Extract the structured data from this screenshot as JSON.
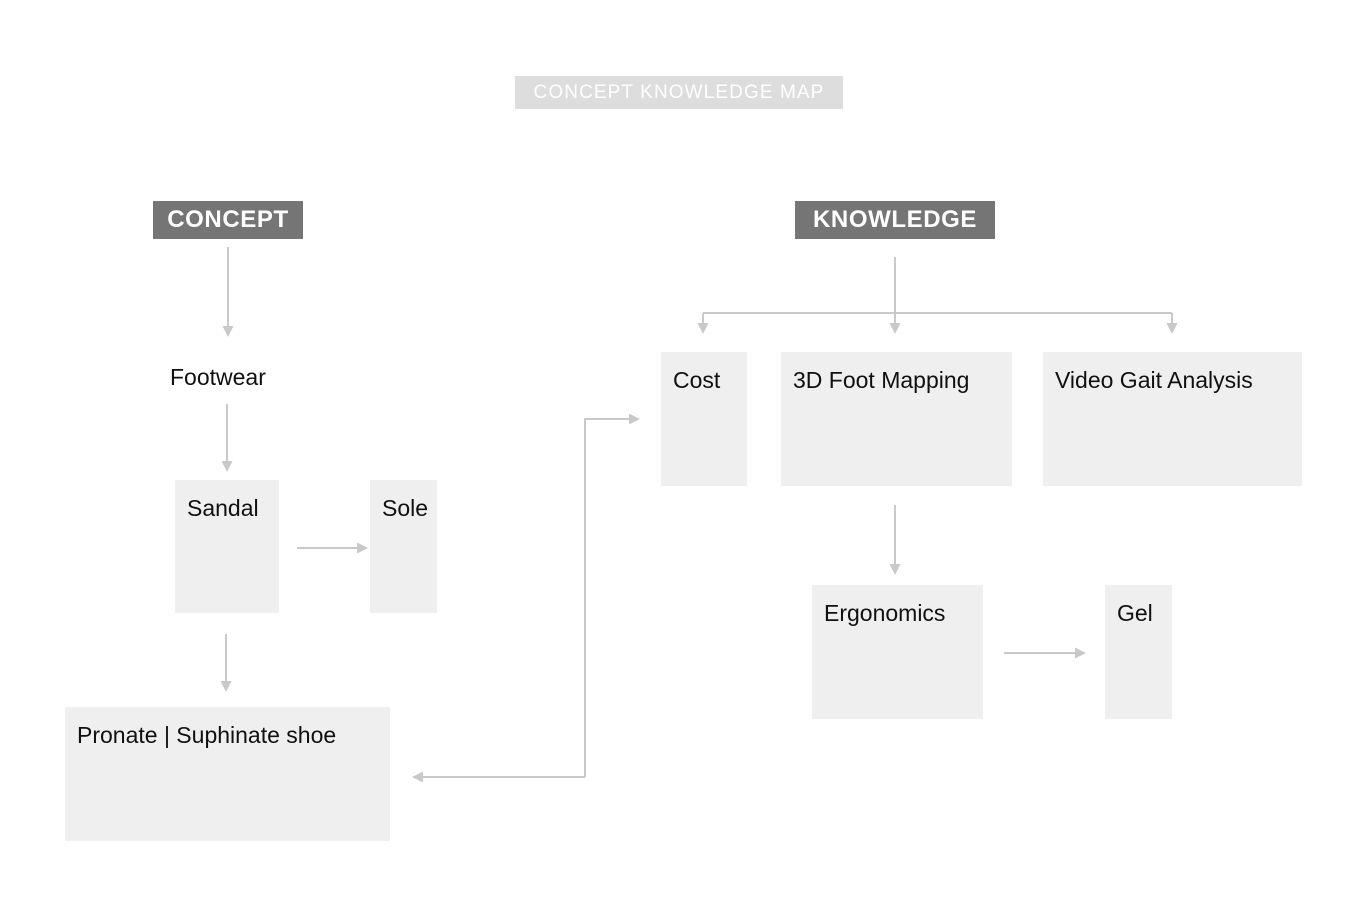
{
  "page": {
    "title": "CONCEPT KNOWLEDGE MAP",
    "background_color": "#ffffff",
    "title_bg_color": "#dddddd",
    "title_text_color": "#ffffff",
    "header_bg_color": "#757575",
    "node_bg_color": "#efefef",
    "node_text_color": "#101010",
    "connector_color": "#c9c9c9"
  },
  "columns": {
    "concept": {
      "header": "CONCEPT"
    },
    "knowledge": {
      "header": "KNOWLEDGE"
    }
  },
  "nodes": {
    "footwear": {
      "label": "Footwear"
    },
    "sandal": {
      "label": "Sandal"
    },
    "sole": {
      "label": "Sole"
    },
    "pronate": {
      "label": "Pronate | Suphinate shoe"
    },
    "cost": {
      "label": "Cost"
    },
    "mapping": {
      "label": "3D Foot Mapping"
    },
    "video": {
      "label": "Video Gait Analysis"
    },
    "ergonomics": {
      "label": "Ergonomics"
    },
    "gel": {
      "label": "Gel"
    }
  },
  "edges": [
    {
      "name": "concept-to-footwear",
      "from": "CONCEPT",
      "to": "Footwear",
      "direction": "down"
    },
    {
      "name": "footwear-to-sandal",
      "from": "Footwear",
      "to": "Sandal",
      "direction": "down"
    },
    {
      "name": "sandal-to-sole",
      "from": "Sandal",
      "to": "Sole",
      "direction": "right"
    },
    {
      "name": "sandal-to-pronate",
      "from": "Sandal",
      "to": "Pronate | Suphinate shoe",
      "direction": "down"
    },
    {
      "name": "knowledge-to-cost",
      "from": "KNOWLEDGE",
      "to": "Cost",
      "direction": "down"
    },
    {
      "name": "knowledge-to-mapping",
      "from": "KNOWLEDGE",
      "to": "3D Foot Mapping",
      "direction": "down"
    },
    {
      "name": "knowledge-to-video",
      "from": "KNOWLEDGE",
      "to": "Video Gait Analysis",
      "direction": "down"
    },
    {
      "name": "mapping-to-ergonomics",
      "from": "3D Foot Mapping",
      "to": "Ergonomics",
      "direction": "down"
    },
    {
      "name": "ergonomics-to-gel",
      "from": "Ergonomics",
      "to": "Gel",
      "direction": "right"
    },
    {
      "name": "pronate-to-cost-loop",
      "from": "Pronate | Suphinate shoe",
      "to": "Cost",
      "direction": "up-right"
    },
    {
      "name": "cost-loop-to-pronate",
      "from": "Cost",
      "to": "Pronate | Suphinate shoe",
      "direction": "down-left"
    }
  ]
}
